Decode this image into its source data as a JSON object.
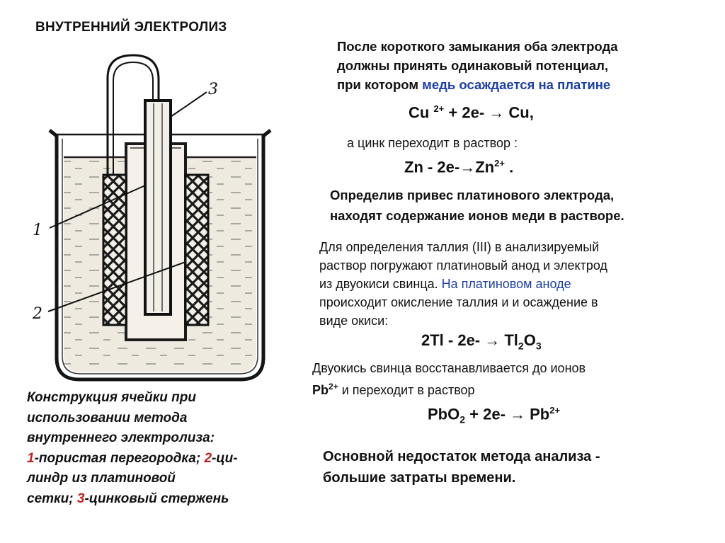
{
  "title": "ВНУТРЕННИЙ ЭЛЕКТРОЛИЗ",
  "para1": {
    "line1": "После короткого замыкания оба электрода",
    "line2": "должны принять одинаковый потенциал,",
    "line3_start": "при котором ",
    "line3_blue": "медь осаждается на платине"
  },
  "eq1": {
    "left": "Cu ",
    "sup": "2+",
    "mid": " + 2e-  ",
    "arrow": "→",
    "right": " Cu,"
  },
  "zinc_text": "а цинк переходит в раствор :",
  "eq2": {
    "left": "Zn - 2e-",
    "arrow": "→",
    "right": "Zn",
    "sup": "2+",
    "end": " ."
  },
  "para2": {
    "line1": "Определив привес платинового электрода,",
    "line2": "находят содержание ионов меди в растворе."
  },
  "para3": {
    "line1": "Для определения таллия (III) в анализируемый",
    "line2": "раствор погружают платиновый анод и электрод",
    "line3_start": "из двуокиси свинца. ",
    "line3_blue": "На платиновом аноде",
    "line4": "происходит окисление таллия и  и осаждение в",
    "line5": "виде окиси:"
  },
  "eq3": {
    "left": "2Tl - 2e- → Tl",
    "sub1": "2",
    "mid": "O",
    "sub2": "3"
  },
  "para4": {
    "line1": "Двуокись свинца восстанавливается до ионов",
    "ion": "Pb",
    "ion_sup": "2+",
    "line2_rest": " и переходит в раствор"
  },
  "eq4": {
    "left": "PbO",
    "sub": "2",
    "mid": " + 2e- → Pb",
    "sup": "2+"
  },
  "conclusion": {
    "line1": "Основной недостаток метода анализа  -",
    "line2": "большие затраты времени."
  },
  "caption": {
    "line1": "Конструкция ячейки при",
    "line2": "использовании метода",
    "line3": "внутреннего электролиза:",
    "n1": "1",
    "t1": "-пористая перегородка; ",
    "n2": "2",
    "t2a": "-ци-",
    "line5": "линдр  из  платиновой",
    "t3_start": "сетки;  ",
    "n3": "3",
    "t3": "-цинковый стержень"
  },
  "diagram_labels": {
    "label1": "1",
    "label2": "2",
    "label3": "3"
  },
  "colors": {
    "text": "#111111",
    "blue": "#1c3fa8",
    "red": "#c41e1e",
    "liquid": "#efeae0"
  }
}
